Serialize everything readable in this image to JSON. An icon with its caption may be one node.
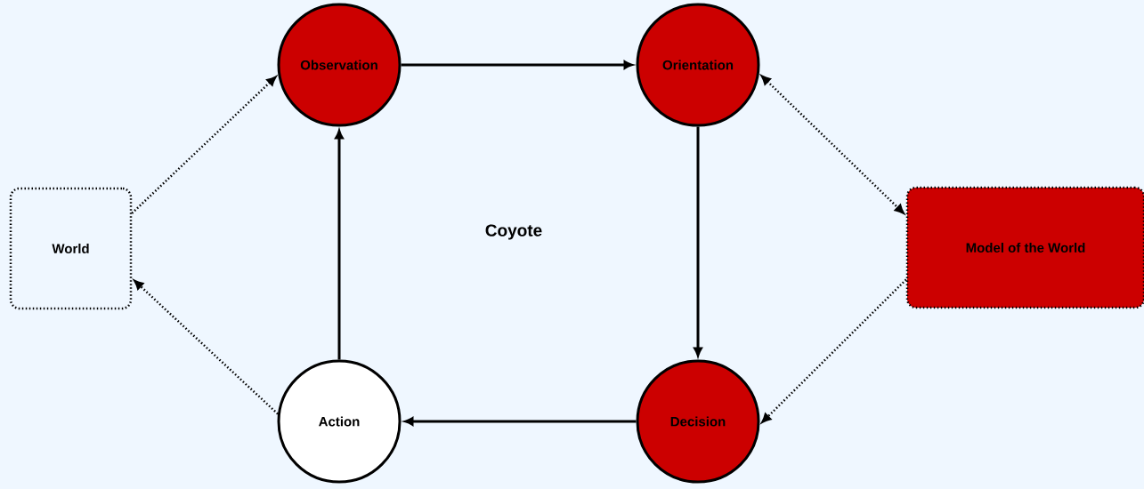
{
  "diagram": {
    "nodes": [
      {
        "text": [
          "World"
        ]
      },
      {
        "text": [
          "Observation"
        ]
      },
      {
        "text": [
          "Orientation"
        ]
      },
      {
        "text": [
          "Model of the World"
        ]
      },
      {
        "text": [
          "Action"
        ]
      },
      {
        "text": [
          "Decision"
        ]
      }
    ],
    "edges": [
      {
        "from": 0,
        "to": 1,
        "arrow": "to",
        "style": "dashed"
      },
      {
        "from": 1,
        "to": 2,
        "arrow": "to"
      },
      {
        "from": 2,
        "to": 3,
        "arrow": "both",
        "style": "dashed"
      },
      {
        "from": 3,
        "to": 5,
        "arrow": "to",
        "style": "dashed"
      },
      {
        "from": 2,
        "to": 5,
        "arrow": "to"
      },
      {
        "from": 5,
        "to": 4,
        "arrow": "to"
      },
      {
        "from": 4,
        "to": 1,
        "arrow": "to"
      },
      {
        "from": 4,
        "to": 0,
        "arrow": "to",
        "style": "dashed"
      }
    ],
    "labels": [
      "Coyote"
    ]
  }
}
